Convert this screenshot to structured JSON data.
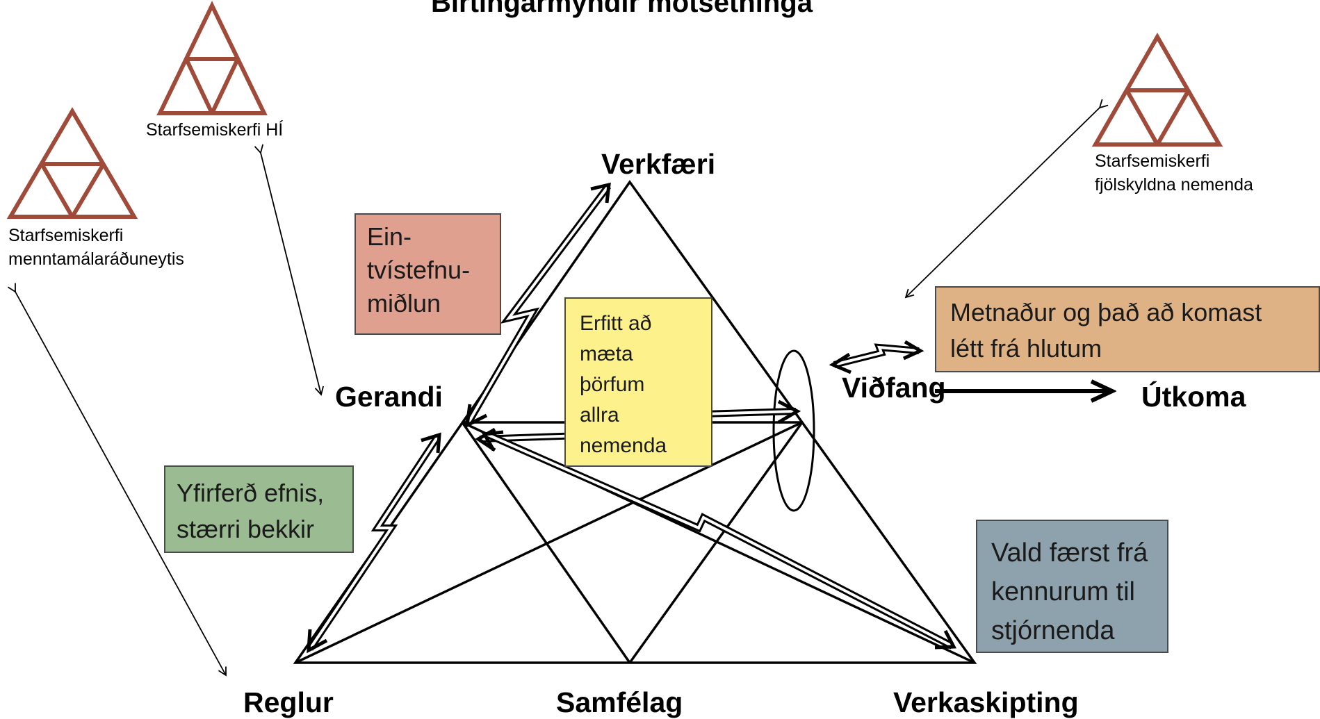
{
  "title": "Birtingarmyndir mótsetninga",
  "nodes": {
    "tool": "Verkfæri",
    "subject": "Gerandi",
    "object": "Viðfang",
    "outcome": "Útkoma",
    "rules": "Reglur",
    "community": "Samfélag",
    "division": "Verkaskipting"
  },
  "systems": {
    "hi": "Starfsemiskerfi HÍ",
    "ministry_line1": "Starfsemiskerfi",
    "ministry_line2": "menntamálaráðuneytis",
    "families_line1": "Starfsemiskerfi",
    "families_line2": "fjölskyldna nemenda"
  },
  "contradictions": {
    "red": "Ein-\ntvístefnu-\nmiðlun",
    "yellow": "Erfitt að\nmæta\nþörfum\nallra\nnemenda",
    "green": "Yfirferð efnis,\nstærri bekkir",
    "orange": "Metnaður og það að komast\nlétt frá hlutum",
    "slate": "Vald færst frá\nkennurum til\nstjórnenda"
  },
  "colors": {
    "red_box": "#e0a090",
    "yellow_box": "#fdf18c",
    "green_box": "#9bbb92",
    "orange_box": "#dfb286",
    "slate_box": "#8ea2ad",
    "mini_triangle": "#a04a3a"
  }
}
